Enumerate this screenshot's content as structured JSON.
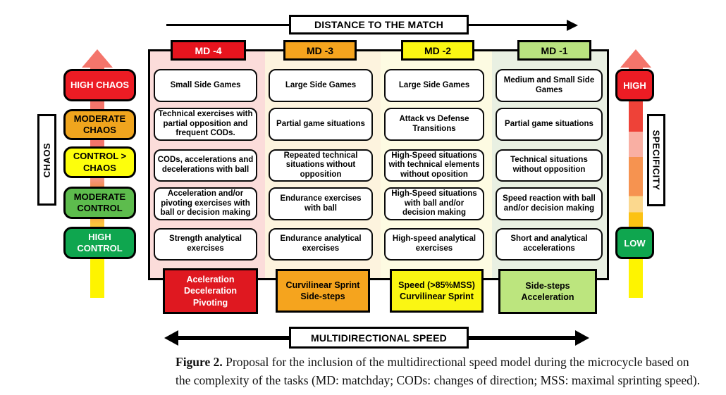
{
  "figure": {
    "top_axis": {
      "label": "DISTANCE TO THE MATCH"
    },
    "bottom_axis": {
      "label": "MULTIDIRECTIONAL SPEED"
    },
    "left_axis": {
      "title": "CHAOS",
      "levels": [
        {
          "label": "HIGH CHAOS",
          "color": "#EC1C24"
        },
        {
          "label": "MODERATE CHAOS",
          "color": "#F0A51E"
        },
        {
          "label": "CONTROL > CHAOS",
          "color": "#FDFE0C"
        },
        {
          "label": "MODERATE CONTROL",
          "color": "#5DBC4D"
        },
        {
          "label": "HIGH CONTROL",
          "color": "#0FA64F"
        }
      ],
      "gradient_colors": [
        "#F4756B",
        "#F28C50",
        "#FBC53E",
        "#FEF400"
      ]
    },
    "right_axis": {
      "title": "SPECIFICITY",
      "high": {
        "label": "HIGH",
        "color": "#EC1C24"
      },
      "low": {
        "label": "LOW",
        "color": "#0FA64F"
      },
      "gradient_colors": [
        "#F4756B",
        "#EE4238",
        "#F9AFA3",
        "#F69350",
        "#FBD88E",
        "#FCC213",
        "#FEF400"
      ]
    },
    "matrix": {
      "columns": [
        {
          "header": "MD -4",
          "header_color": "#E6141E",
          "column_color": "#FBDCDA",
          "cells": [
            "Small Side Games",
            "Technical exercises with partial opposition and frequent CODs.",
            "CODs, accelerations and decelerations with ball",
            "Acceleration and/or pivoting exercises with ball or decision making",
            "Strength analytical exercises"
          ],
          "speed_focus": "Aceleration Deceleration Pivoting",
          "speed_color": "#DF1820"
        },
        {
          "header": "MD -3",
          "header_color": "#F5A41E",
          "column_color": "#FDF3DE",
          "cells": [
            "Large Side Games",
            "Partial game situations",
            "Repeated technical situations without opposition",
            "Endurance exercises with ball",
            "Endurance analytical exercises"
          ],
          "speed_focus": "Curvilinear Sprint Side-steps",
          "speed_color": "#F5A41E"
        },
        {
          "header": "MD -2",
          "header_color": "#FAF613",
          "column_color": "#FDFBE2",
          "cells": [
            "Large Side Games",
            "Attack vs Defense Transitions",
            "High-Speed situations with technical elements without oposition",
            "High-Speed situations with ball and/or decision making",
            "High-speed analytical exercises"
          ],
          "speed_focus": "Speed (>85%MSS) Curvilinear Sprint",
          "speed_color": "#FAF613"
        },
        {
          "header": "MD -1",
          "header_color": "#B9E27F",
          "column_color": "#E9F0E2",
          "cells": [
            "Medium and Small Side Games",
            "Partial game situations",
            "Technical situations without opposition",
            "Speed reaction with ball and/or decision making",
            "Short and analytical accelerations"
          ],
          "speed_focus": "Side-steps Acceleration",
          "speed_color": "#BCE57E"
        }
      ]
    }
  },
  "caption": {
    "label": "Figure 2.",
    "line1_rest": "Proposal for the inclusion of the multidirectional speed model during the microcycle based on",
    "line2": "the complexity of the tasks (MD: matchday; CODs: changes of direction; MSS: maximal sprinting speed)."
  }
}
